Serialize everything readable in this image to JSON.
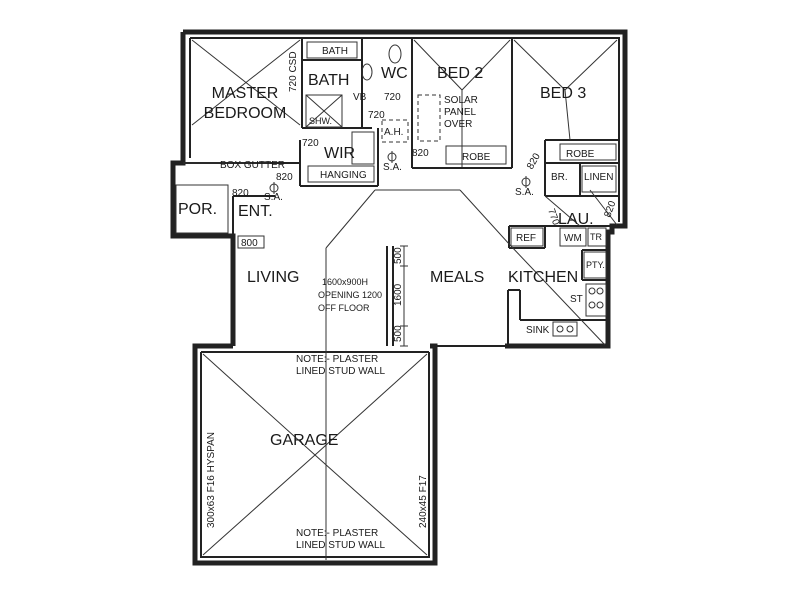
{
  "rooms": {
    "master_bedroom": [
      "MASTER",
      "BEDROOM"
    ],
    "bath_main": "BATH",
    "bath_small": "BATH",
    "wc": "WC",
    "bed2": "BED 2",
    "bed3": "BED 3",
    "wir": "WIR",
    "hanging": "HANGING",
    "porch": "POR.",
    "entry": "ENT.",
    "living": "LIVING",
    "meals": "MEALS",
    "kitchen": "KITCHEN",
    "laundry": "LAU.",
    "garage": "GARAGE"
  },
  "labels": {
    "csd": "720 CSD",
    "vb": "VB",
    "d720_a": "720",
    "d720_b": "720",
    "d720_c": "720",
    "shw": "SHW.",
    "ah": "A.H.",
    "sa_1": "S.A.",
    "sa_2": "S.A.",
    "sa_3": "S.A.",
    "d820_1": "820",
    "d820_2": "820",
    "d820_3": "820",
    "d820_4": "820",
    "d820_5": "820",
    "d770": "770",
    "solar": [
      "SOLAR",
      "PANEL",
      "OVER"
    ],
    "robe_1": "ROBE",
    "robe_2": "ROBE",
    "box_gutter": "BOX GUTTER",
    "d800": "800",
    "br": "BR.",
    "linen": "LINEN",
    "ref": "REF",
    "wm": "WM",
    "tr": "TR",
    "pty": "PTY.",
    "st": "ST",
    "sink": "SINK",
    "opening": [
      "1600x900H",
      "OPENING 1200",
      "OFF FLOOR"
    ],
    "dim_500_top": "500",
    "dim_1600": "1600",
    "dim_500_bot": "500",
    "note_top": [
      "NOTE:- PLASTER",
      "LINED STUD WALL"
    ],
    "note_bottom": [
      "NOTE:- PLASTER",
      "LINED STUD WALL"
    ],
    "hyspan": "300x63 F16 HYSPAN",
    "f17": "240x45 F17"
  }
}
